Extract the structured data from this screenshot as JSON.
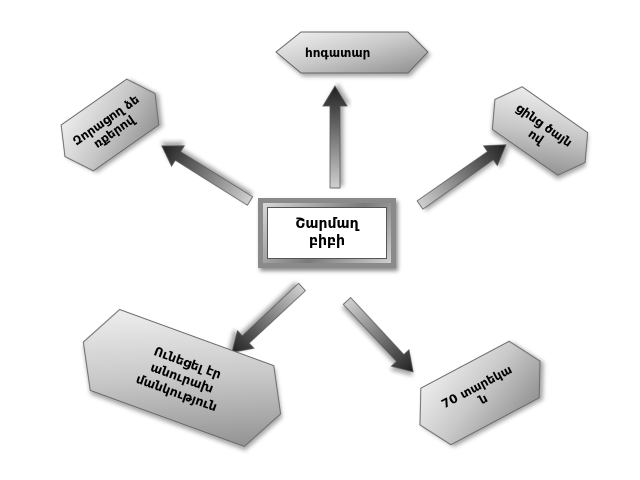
{
  "diagram": {
    "center": {
      "text": "Շարմաղ բիբի"
    },
    "nodes": [
      {
        "id": "top",
        "text": "հոգատար"
      },
      {
        "id": "top-left",
        "text": "Զորացող ձեռքերով"
      },
      {
        "id": "top-right",
        "text": "ցինց ծայնով"
      },
      {
        "id": "bottom-left",
        "text": "Ունեցել էր անուրախ մանկություն"
      },
      {
        "id": "bottom-right",
        "text": "70 տարեկան"
      }
    ]
  }
}
